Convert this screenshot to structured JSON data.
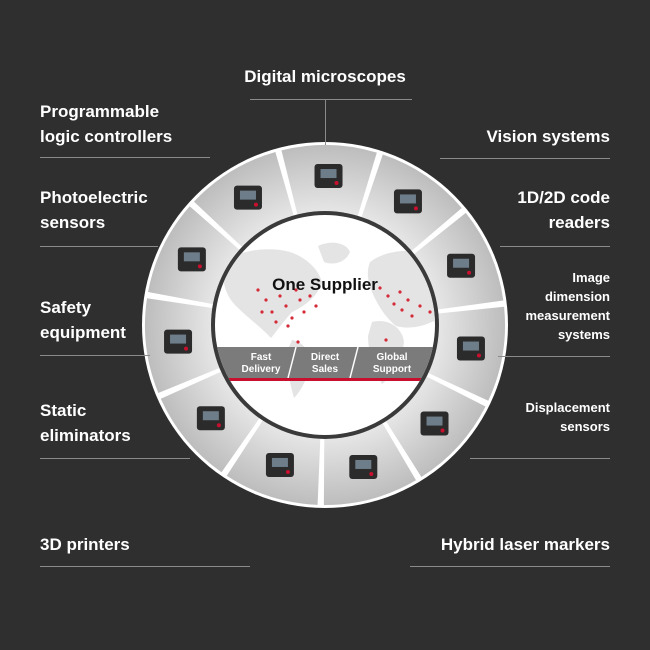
{
  "center": {
    "title": "One Supplier",
    "pillars": [
      {
        "line1": "Fast",
        "line2": "Delivery"
      },
      {
        "line1": "Direct",
        "line2": "Sales"
      },
      {
        "line1": "Global",
        "line2": "Support"
      }
    ]
  },
  "labels": {
    "digital_microscopes": "Digital microscopes",
    "plc": [
      "Programmable",
      "logic controllers"
    ],
    "vision_systems": "Vision systems",
    "photoelectric": [
      "Photoelectric",
      "sensors"
    ],
    "code_readers": [
      "1D/2D code",
      "readers"
    ],
    "image_dimension": [
      "Image",
      "dimension",
      "measurement",
      "systems"
    ],
    "safety": [
      "Safety",
      "equipment"
    ],
    "displacement": [
      "Displacement",
      "sensors"
    ],
    "static": [
      "Static",
      "eliminators"
    ],
    "printers": "3D printers",
    "laser_markers": "Hybrid laser markers"
  },
  "colors": {
    "background": "#2f2f2f",
    "ring": "#d4d4d4",
    "ring_border": "#ffffff",
    "accent_red": "#c8102e",
    "band": "#7b7b7b"
  },
  "segments": [
    {
      "name": "digital-microscopes",
      "icon": "microscope-icon"
    },
    {
      "name": "vision-systems",
      "icon": "camera-icon"
    },
    {
      "name": "code-readers",
      "icon": "barcode-reader-icon"
    },
    {
      "name": "image-dimension",
      "icon": "measurement-system-icon"
    },
    {
      "name": "displacement",
      "icon": "displacement-sensor-icon"
    },
    {
      "name": "laser-markers",
      "icon": "laser-marker-icon"
    },
    {
      "name": "3d-printers",
      "icon": "3d-printer-icon"
    },
    {
      "name": "static-eliminators",
      "icon": "ionizer-icon"
    },
    {
      "name": "safety",
      "icon": "light-curtain-icon"
    },
    {
      "name": "photoelectric",
      "icon": "photoelectric-sensor-icon"
    },
    {
      "name": "plc",
      "icon": "plc-icon"
    }
  ]
}
